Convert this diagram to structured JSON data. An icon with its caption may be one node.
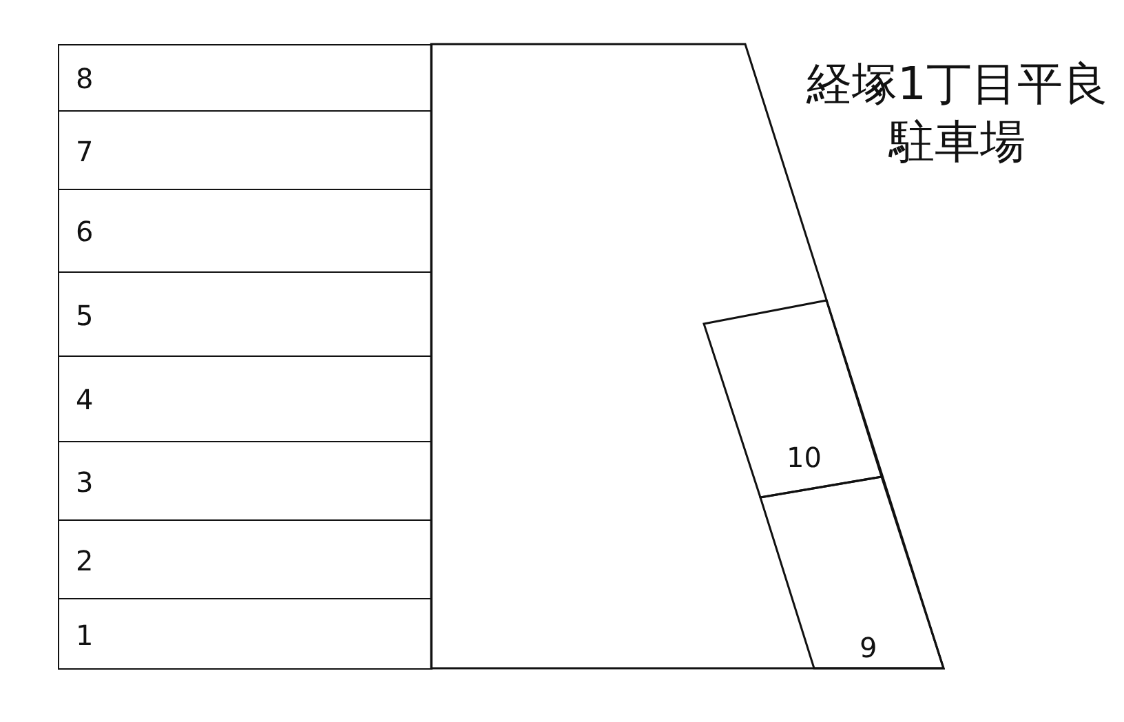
{
  "diagram": {
    "title": "経塚1丁目平良駐車場",
    "nodes": [
      {
        "text": [
          "8"
        ]
      },
      {
        "text": [
          "7"
        ]
      },
      {
        "text": [
          "6"
        ]
      },
      {
        "text": [
          "5"
        ]
      },
      {
        "text": [
          "4"
        ]
      },
      {
        "text": [
          "3"
        ]
      },
      {
        "text": [
          "2"
        ]
      },
      {
        "text": [
          "1"
        ]
      },
      {
        "text": [
          "10"
        ]
      },
      {
        "text": [
          "9"
        ]
      }
    ]
  }
}
